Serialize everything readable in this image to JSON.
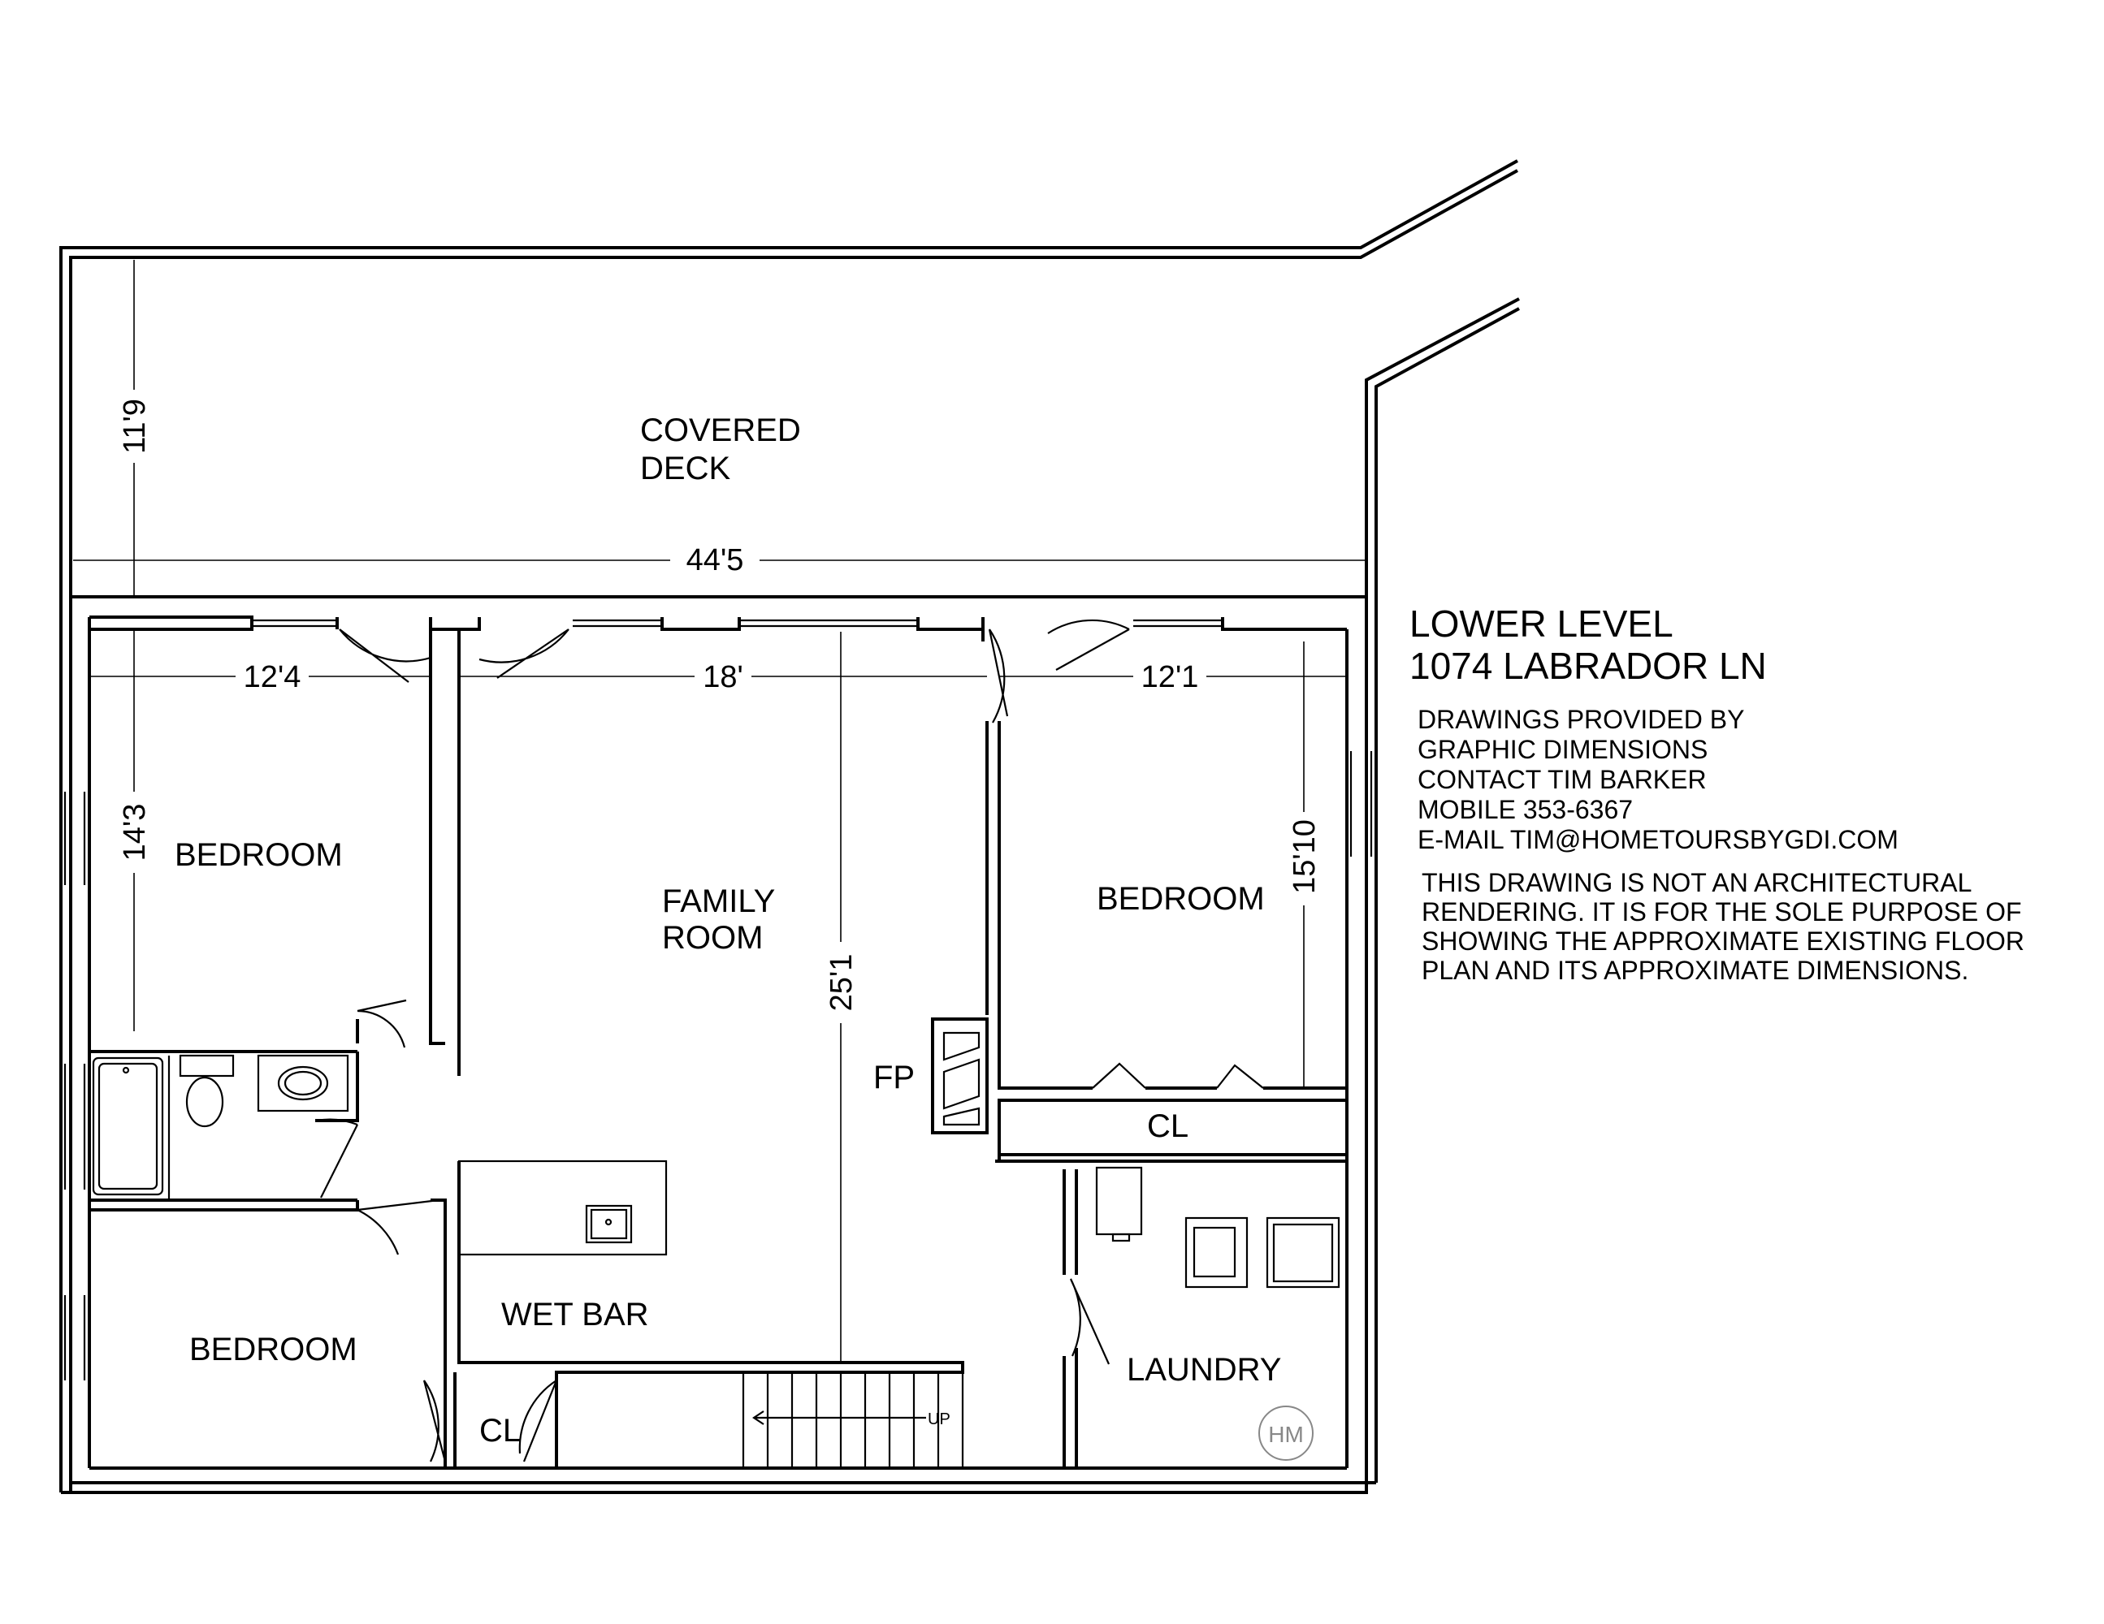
{
  "plan": {
    "level": "LOWER LEVEL",
    "address": "1074 LABRADOR LN"
  },
  "provider": {
    "lines": [
      "DRAWINGS PROVIDED BY",
      "GRAPHIC DIMENSIONS",
      "CONTACT TIM BARKER",
      "MOBILE 353-6367",
      "E-MAIL TIM@HOMETOURSBYGDI.COM"
    ]
  },
  "disclaimer": {
    "lines": [
      "THIS DRAWING IS NOT AN ARCHITECTURAL",
      "RENDERING. IT IS FOR THE SOLE PURPOSE OF",
      "SHOWING THE APPROXIMATE EXISTING FLOOR",
      "PLAN AND ITS APPROXIMATE  DIMENSIONS."
    ]
  },
  "rooms": {
    "covered_deck": [
      "COVERED",
      "DECK"
    ],
    "bedroom_left": "BEDROOM",
    "family_room": [
      "FAMILY",
      "ROOM"
    ],
    "bedroom_right": "BEDROOM",
    "fireplace": "FP",
    "closet_right": "CL",
    "wet_bar": "WET BAR",
    "bedroom_bottom": "BEDROOM",
    "closet_bottom": "CL",
    "laundry": "LAUNDRY",
    "stairs": "UP"
  },
  "dimensions": {
    "deck_depth": "11'9",
    "deck_width": "44'5",
    "bedroom_left_width": "12'4",
    "family_room_width": "18'",
    "bedroom_right_width": "12'1",
    "bedroom_left_depth": "14'3",
    "family_room_depth": "25'1",
    "bedroom_right_depth": "15'10"
  },
  "logo_text": "HM"
}
